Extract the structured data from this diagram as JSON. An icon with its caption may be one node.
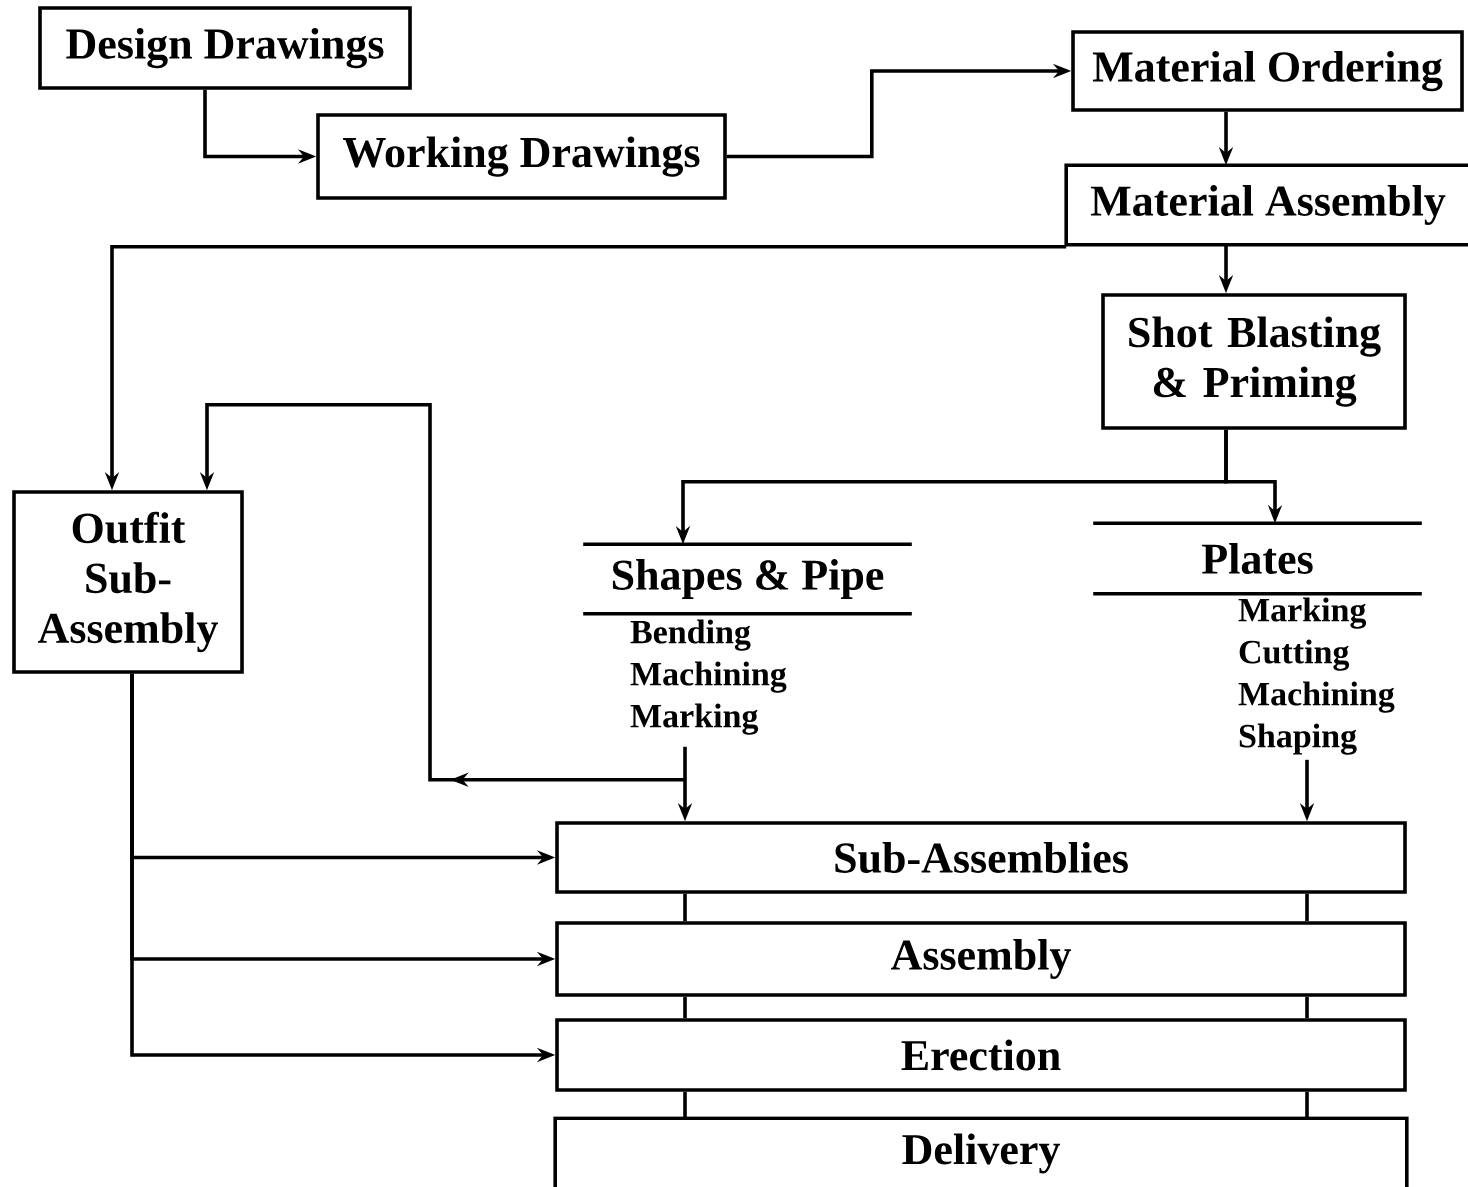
{
  "diagram": {
    "nodes": [
      {
        "text": [
          "Design Drawings"
        ]
      },
      {
        "text": [
          "Working Drawings"
        ]
      },
      {
        "text": [
          "Material Ordering"
        ]
      },
      {
        "text": [
          "Material Assembly"
        ]
      },
      {
        "text": [
          "Shot Blasting & Priming"
        ]
      },
      {
        "text": [
          "Outfit Sub- Assembly"
        ]
      },
      {
        "text": [
          "Shapes & Pipe",
          "Bending Machining Marking"
        ]
      },
      {
        "text": [
          "Plates",
          "Marking Cutting Machining Shaping"
        ]
      },
      {
        "text": [
          "Sub-Assemblies"
        ]
      },
      {
        "text": [
          "Assembly"
        ]
      },
      {
        "text": [
          "Erection"
        ]
      },
      {
        "text": [
          "Delivery"
        ]
      }
    ],
    "edges": [
      {
        "from": 0,
        "to": 1,
        "arrow": "to"
      },
      {
        "from": 1,
        "to": 2,
        "arrow": "to"
      },
      {
        "from": 2,
        "to": 3,
        "arrow": "to"
      },
      {
        "from": 3,
        "to": 4,
        "arrow": "to"
      },
      {
        "from": 3,
        "to": 5,
        "arrow": "to"
      },
      {
        "from": 4,
        "to": 6,
        "arrow": "to"
      },
      {
        "from": 4,
        "to": 7,
        "arrow": "to"
      },
      {
        "from": 6,
        "to": 8,
        "arrow": "to"
      },
      {
        "from": 7,
        "to": 8,
        "arrow": "to"
      },
      {
        "from": 6,
        "to": 5,
        "arrow": "to"
      },
      {
        "from": 5,
        "to": 8,
        "arrow": "to"
      },
      {
        "from": 5,
        "to": 9,
        "arrow": "to"
      },
      {
        "from": 5,
        "to": 10,
        "arrow": "to"
      },
      {
        "from": 8,
        "to": 9,
        "arrow": "none"
      },
      {
        "from": 9,
        "to": 10,
        "arrow": "none"
      },
      {
        "from": 10,
        "to": 11,
        "arrow": "none"
      }
    ]
  }
}
